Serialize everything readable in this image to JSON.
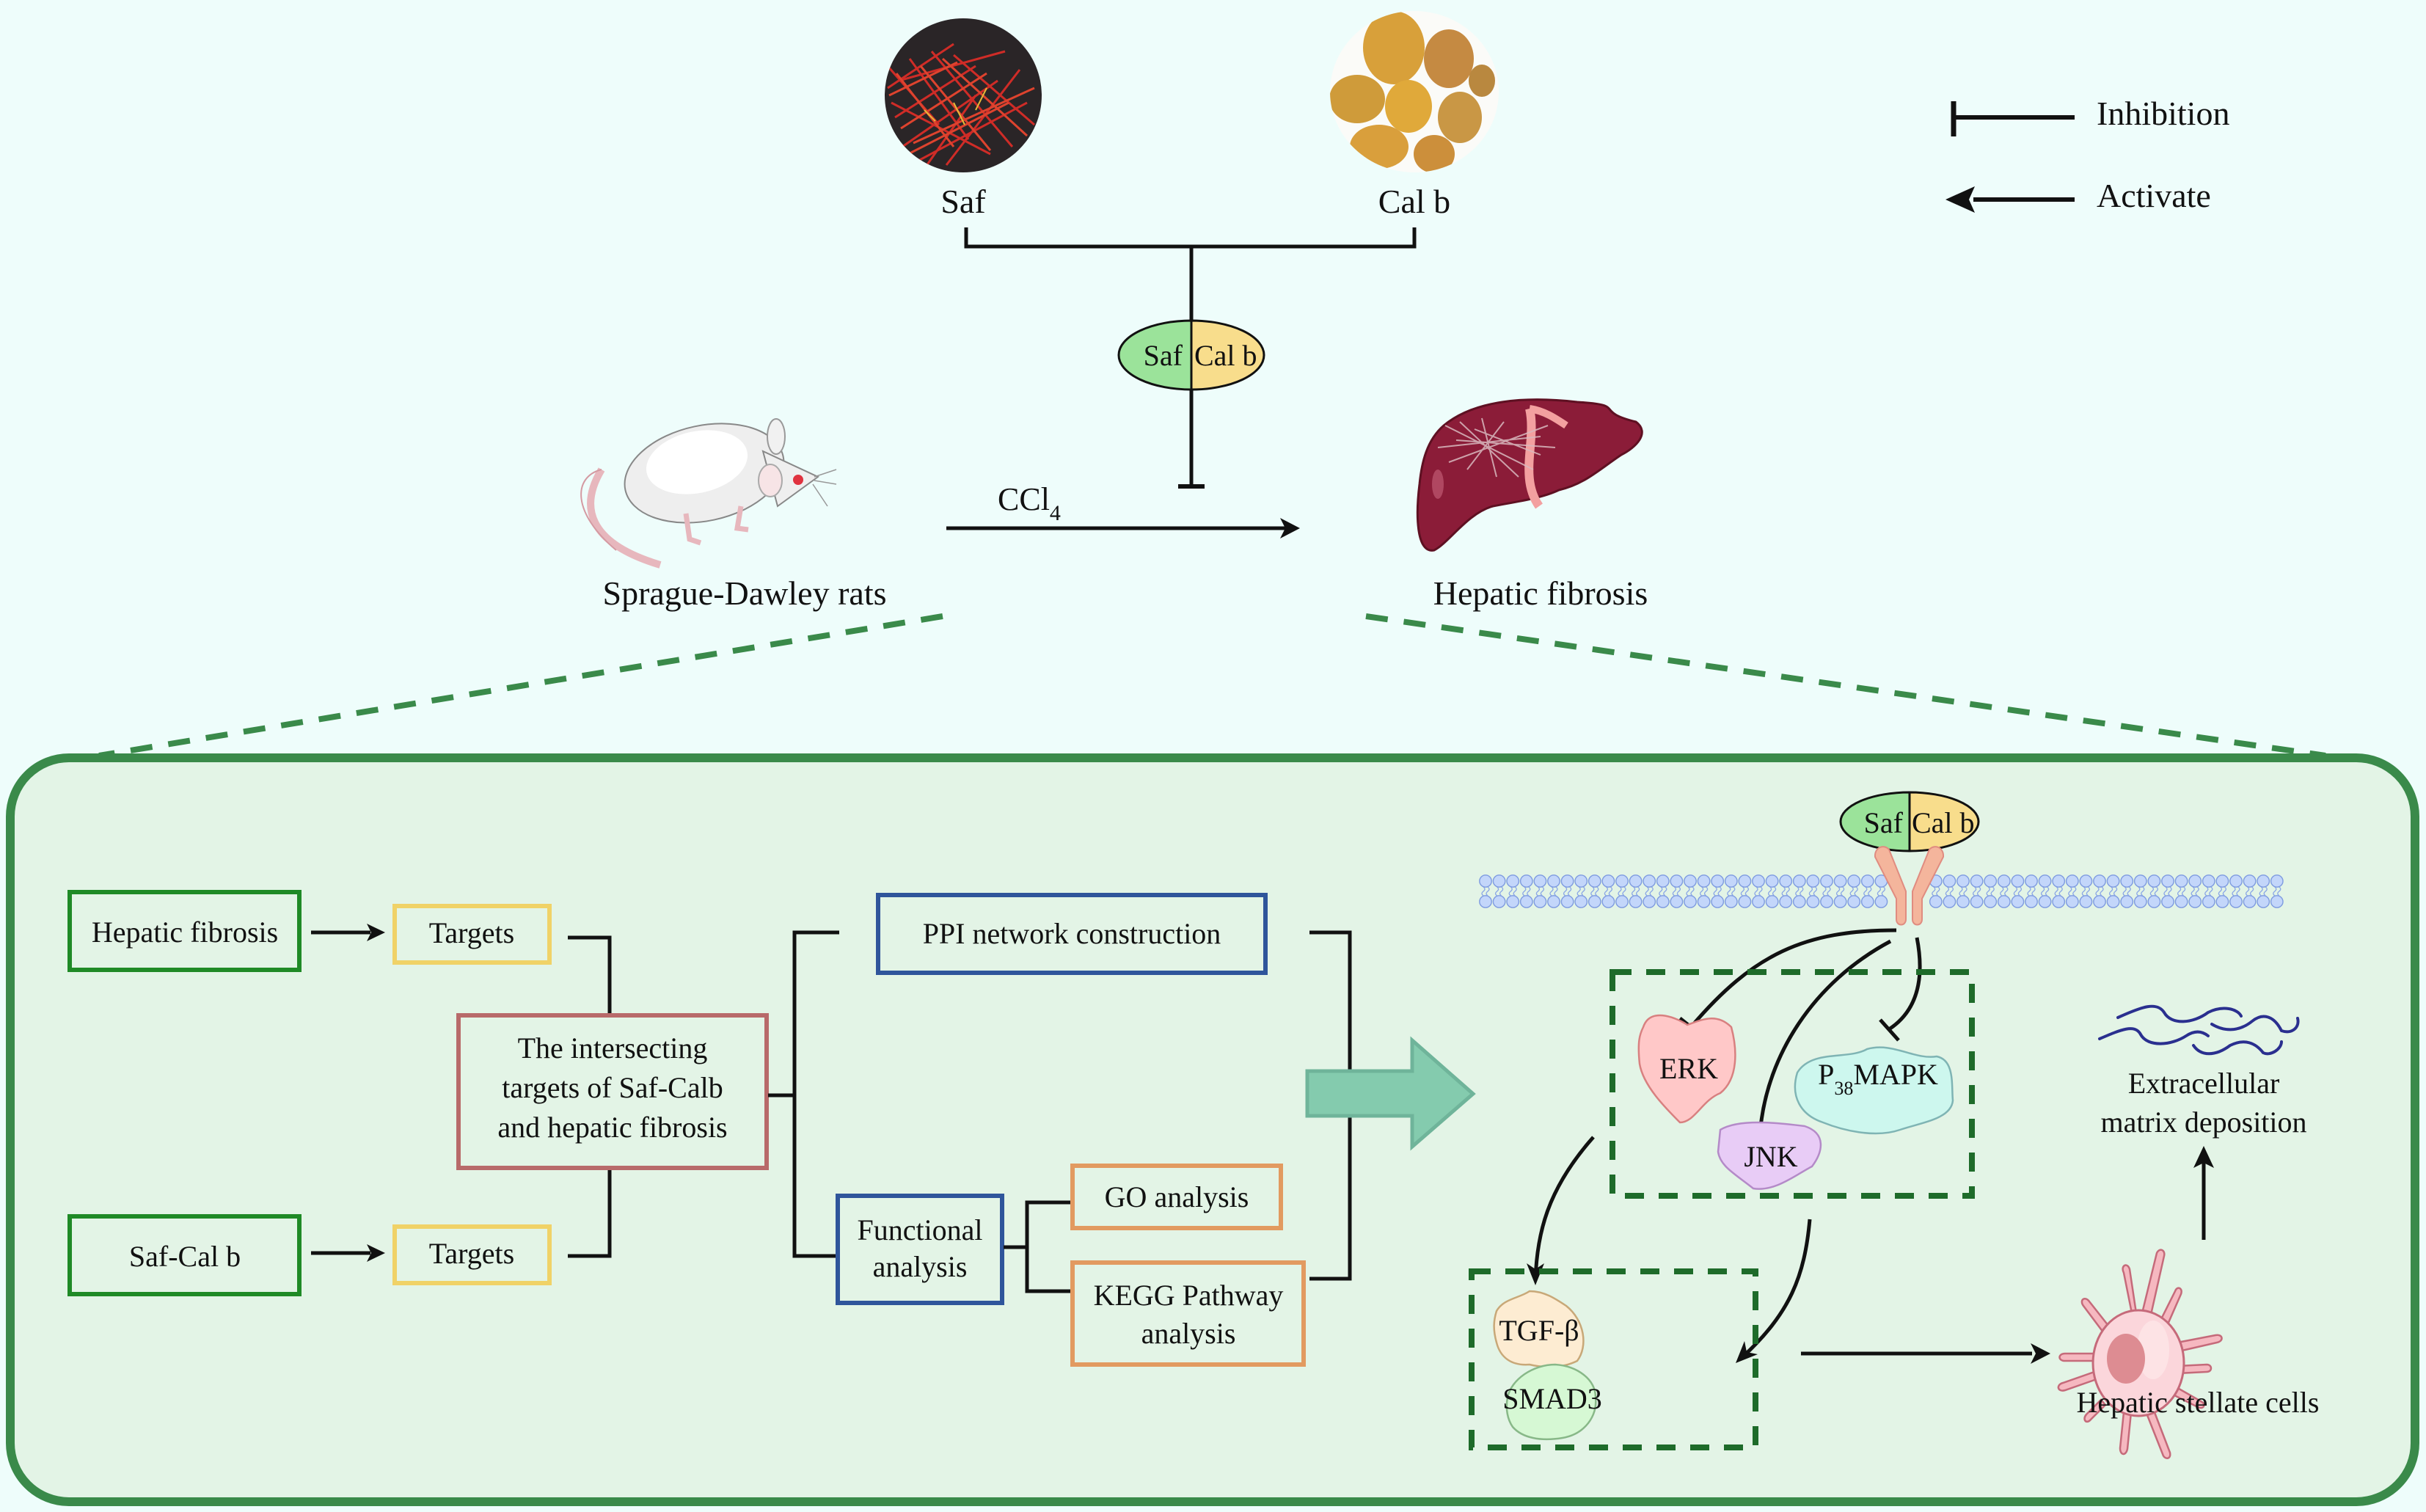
{
  "legend": {
    "inhibition": "Inhibition",
    "activate": "Activate"
  },
  "top": {
    "herb_left": "Saf",
    "herb_right": "Cal b",
    "combo_left": "Saf",
    "combo_right": "Cal b",
    "model_label": "Sprague-Dawley rats",
    "inducer": "CCl",
    "inducer_subscript": "4",
    "disease_label": "Hepatic fibrosis"
  },
  "workflow": {
    "source_disease": "Hepatic fibrosis",
    "source_drug": "Saf-Cal b",
    "targets_top": "Targets",
    "targets_bottom": "Targets",
    "intersect_lines": [
      "The intersecting",
      "targets of Saf-Calb",
      "and  hepatic fibrosis"
    ],
    "ppi": "PPI network construction",
    "functional_lines": [
      "Functional",
      "analysis"
    ],
    "go": "GO analysis",
    "kegg_lines": [
      "KEGG Pathway",
      "analysis"
    ]
  },
  "mechanism": {
    "combo_left": "Saf",
    "combo_right": "Cal b",
    "erk": "ERK",
    "p38_prefix": "P",
    "p38_subscript": "38",
    "p38_suffix": "MAPK",
    "jnk": "JNK",
    "tgf": "TGF-β",
    "smad3": "SMAD3",
    "hsc": "Hepatic stellate cells",
    "ecm_lines": [
      "Extracellular",
      "matrix deposition"
    ]
  },
  "colors": {
    "background": "#eefdfb",
    "panel_fill": "#e3f4e6",
    "panel_border": "#3a8a4a",
    "green_box": "#1f8a26",
    "yellow_box": "#f0d267",
    "red_box": "#b86a6a",
    "blue_box": "#2f559b",
    "orange_box": "#e29a60",
    "dashed_green": "#1e6b2a",
    "saf_fill": "#9be39a",
    "calb_fill": "#f8dd8c",
    "arrow_teal": "#84cbae",
    "erk_fill": "#ffc8c8",
    "p38_fill": "#cdf7ee",
    "jnk_fill": "#e8ccf6",
    "tgf_fill": "#fdecd2",
    "smad3_fill": "#d6f8d4",
    "liver": "#8b1c38",
    "ecm_fiber": "#2a2f8f"
  }
}
